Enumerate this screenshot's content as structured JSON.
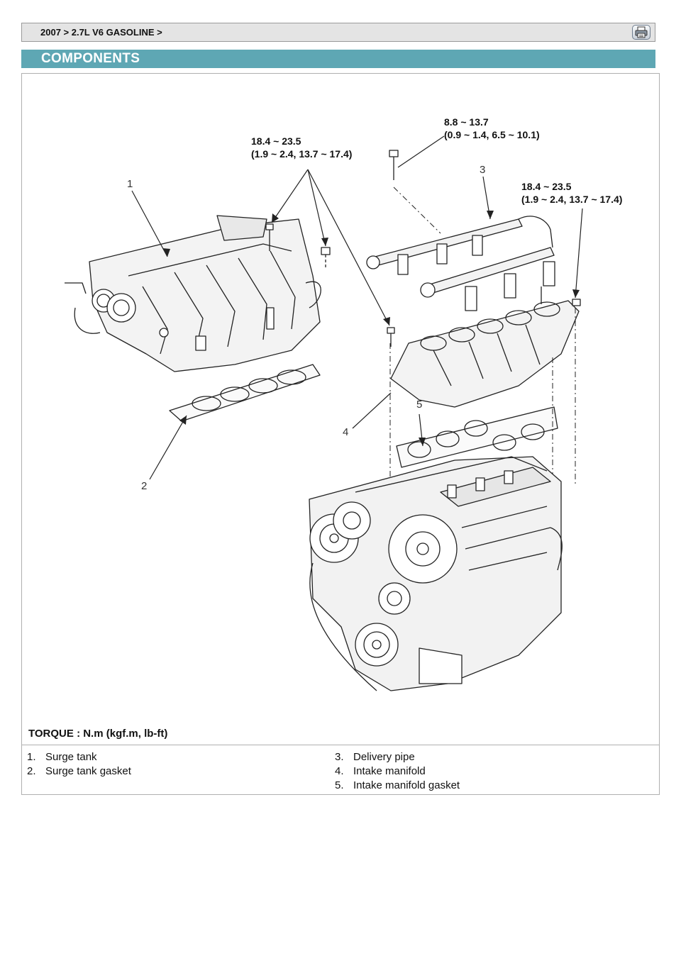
{
  "header": {
    "breadcrumb": "2007 > 2.7L V6 GASOLINE >",
    "print_icon": "printer-icon"
  },
  "section": {
    "title": "COMPONENTS"
  },
  "figure": {
    "torque_note": "TORQUE : N.m (kgf.m, lb-ft)",
    "callouts": [
      {
        "line1": "18.4 ~ 23.5",
        "line2": "(1.9 ~ 2.4, 13.7 ~ 17.4)"
      },
      {
        "line1": "8.8 ~ 13.7",
        "line2": "(0.9 ~ 1.4, 6.5 ~ 10.1)"
      },
      {
        "line1": "18.4 ~ 23.5",
        "line2": "(1.9 ~ 2.4, 13.7 ~ 17.4)"
      }
    ],
    "part_numbers": [
      "1",
      "2",
      "3",
      "4",
      "5"
    ]
  },
  "legend": [
    {
      "num": "1.",
      "label": "Surge tank"
    },
    {
      "num": "2.",
      "label": "Surge tank gasket"
    },
    {
      "num": "3.",
      "label": "Delivery pipe"
    },
    {
      "num": "4.",
      "label": "Intake manifold"
    },
    {
      "num": "5.",
      "label": "Intake manifold gasket"
    }
  ],
  "colors": {
    "section_bar": "#5ea7b4",
    "header_bar": "#e4e4e4"
  }
}
